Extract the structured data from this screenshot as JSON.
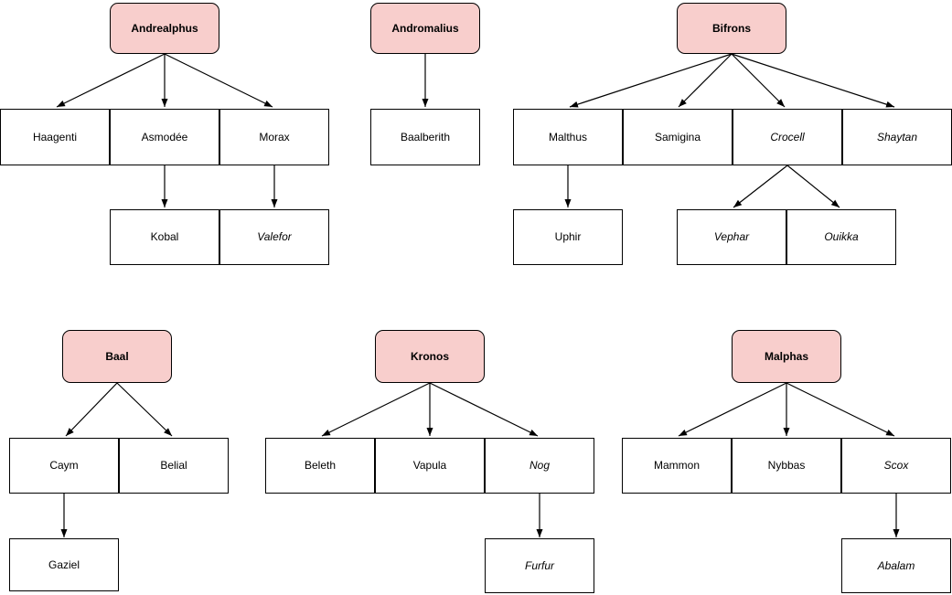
{
  "diagram": {
    "kind": "genealogy-trees",
    "colors": {
      "root_fill": "#F8CECC",
      "root_stroke": "#000000",
      "node_fill": "#FFFFFF",
      "node_stroke": "#000000",
      "arrow": "#000000",
      "text": "#000000"
    },
    "trees": [
      {
        "root": {
          "label": "Andrealphus"
        },
        "children": [
          {
            "label": "Haagenti",
            "italic": false
          },
          {
            "label": "Asmodée",
            "italic": false
          },
          {
            "label": "Morax",
            "italic": false
          }
        ],
        "grandchildren": [
          {
            "label": "Kobal",
            "italic": false
          },
          {
            "label": "Valefor",
            "italic": true
          }
        ],
        "edges": [
          [
            "Andrealphus",
            "Haagenti"
          ],
          [
            "Andrealphus",
            "Asmodée"
          ],
          [
            "Andrealphus",
            "Morax"
          ],
          [
            "Asmodée",
            "Kobal"
          ],
          [
            "Morax",
            "Valefor"
          ]
        ]
      },
      {
        "root": {
          "label": "Andromalius"
        },
        "children": [
          {
            "label": "Baalberith",
            "italic": false
          }
        ],
        "grandchildren": [],
        "edges": [
          [
            "Andromalius",
            "Baalberith"
          ]
        ]
      },
      {
        "root": {
          "label": "Bifrons"
        },
        "children": [
          {
            "label": "Malthus",
            "italic": false
          },
          {
            "label": "Samigina",
            "italic": false
          },
          {
            "label": "Crocell",
            "italic": true
          },
          {
            "label": "Shaytan",
            "italic": true
          }
        ],
        "grandchildren": [
          {
            "label": "Uphir",
            "italic": false
          },
          {
            "label": "Vephar",
            "italic": true
          },
          {
            "label": "Ouikka",
            "italic": true
          }
        ],
        "edges": [
          [
            "Bifrons",
            "Malthus"
          ],
          [
            "Bifrons",
            "Samigina"
          ],
          [
            "Bifrons",
            "Crocell"
          ],
          [
            "Bifrons",
            "Shaytan"
          ],
          [
            "Malthus",
            "Uphir"
          ],
          [
            "Crocell",
            "Vephar"
          ],
          [
            "Crocell",
            "Ouikka"
          ]
        ]
      },
      {
        "root": {
          "label": "Baal"
        },
        "children": [
          {
            "label": "Caym",
            "italic": false
          },
          {
            "label": "Belial",
            "italic": false
          }
        ],
        "grandchildren": [
          {
            "label": "Gaziel",
            "italic": false
          }
        ],
        "edges": [
          [
            "Baal",
            "Caym"
          ],
          [
            "Baal",
            "Belial"
          ],
          [
            "Caym",
            "Gaziel"
          ]
        ]
      },
      {
        "root": {
          "label": "Kronos"
        },
        "children": [
          {
            "label": "Beleth",
            "italic": false
          },
          {
            "label": "Vapula",
            "italic": false
          },
          {
            "label": "Nog",
            "italic": true
          }
        ],
        "grandchildren": [
          {
            "label": "Furfur",
            "italic": true
          }
        ],
        "edges": [
          [
            "Kronos",
            "Beleth"
          ],
          [
            "Kronos",
            "Vapula"
          ],
          [
            "Kronos",
            "Nog"
          ],
          [
            "Nog",
            "Furfur"
          ]
        ]
      },
      {
        "root": {
          "label": "Malphas"
        },
        "children": [
          {
            "label": "Mammon",
            "italic": false
          },
          {
            "label": "Nybbas",
            "italic": false
          },
          {
            "label": "Scox",
            "italic": true
          }
        ],
        "grandchildren": [
          {
            "label": "Abalam",
            "italic": true
          }
        ],
        "edges": [
          [
            "Malphas",
            "Mammon"
          ],
          [
            "Malphas",
            "Nybbas"
          ],
          [
            "Malphas",
            "Scox"
          ],
          [
            "Scox",
            "Abalam"
          ]
        ]
      }
    ]
  }
}
